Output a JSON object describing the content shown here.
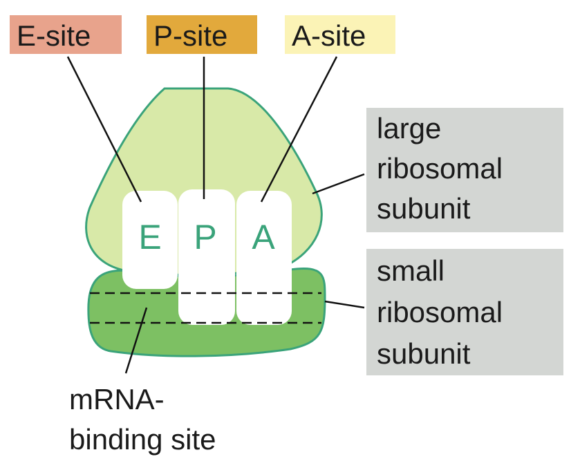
{
  "sites": {
    "e_site": "E-site",
    "p_site": "P-site",
    "a_site": "A-site"
  },
  "pockets": {
    "e": "E",
    "p": "P",
    "a": "A"
  },
  "large_subunit": [
    "large",
    "ribosomal",
    "subunit"
  ],
  "small_subunit": [
    "small",
    "ribosomal",
    "subunit"
  ],
  "mrna_site": [
    "mRNA-",
    "binding site"
  ],
  "colors": {
    "e_site_box": "#e8a38c",
    "p_site_box": "#e2a93c",
    "a_site_box": "#fbf3b6",
    "large_subunit_fill": "#d8e9a8",
    "small_subunit_fill": "#7dc063",
    "outline": "#3aa37a",
    "grey_box": "#d3d6d3"
  }
}
